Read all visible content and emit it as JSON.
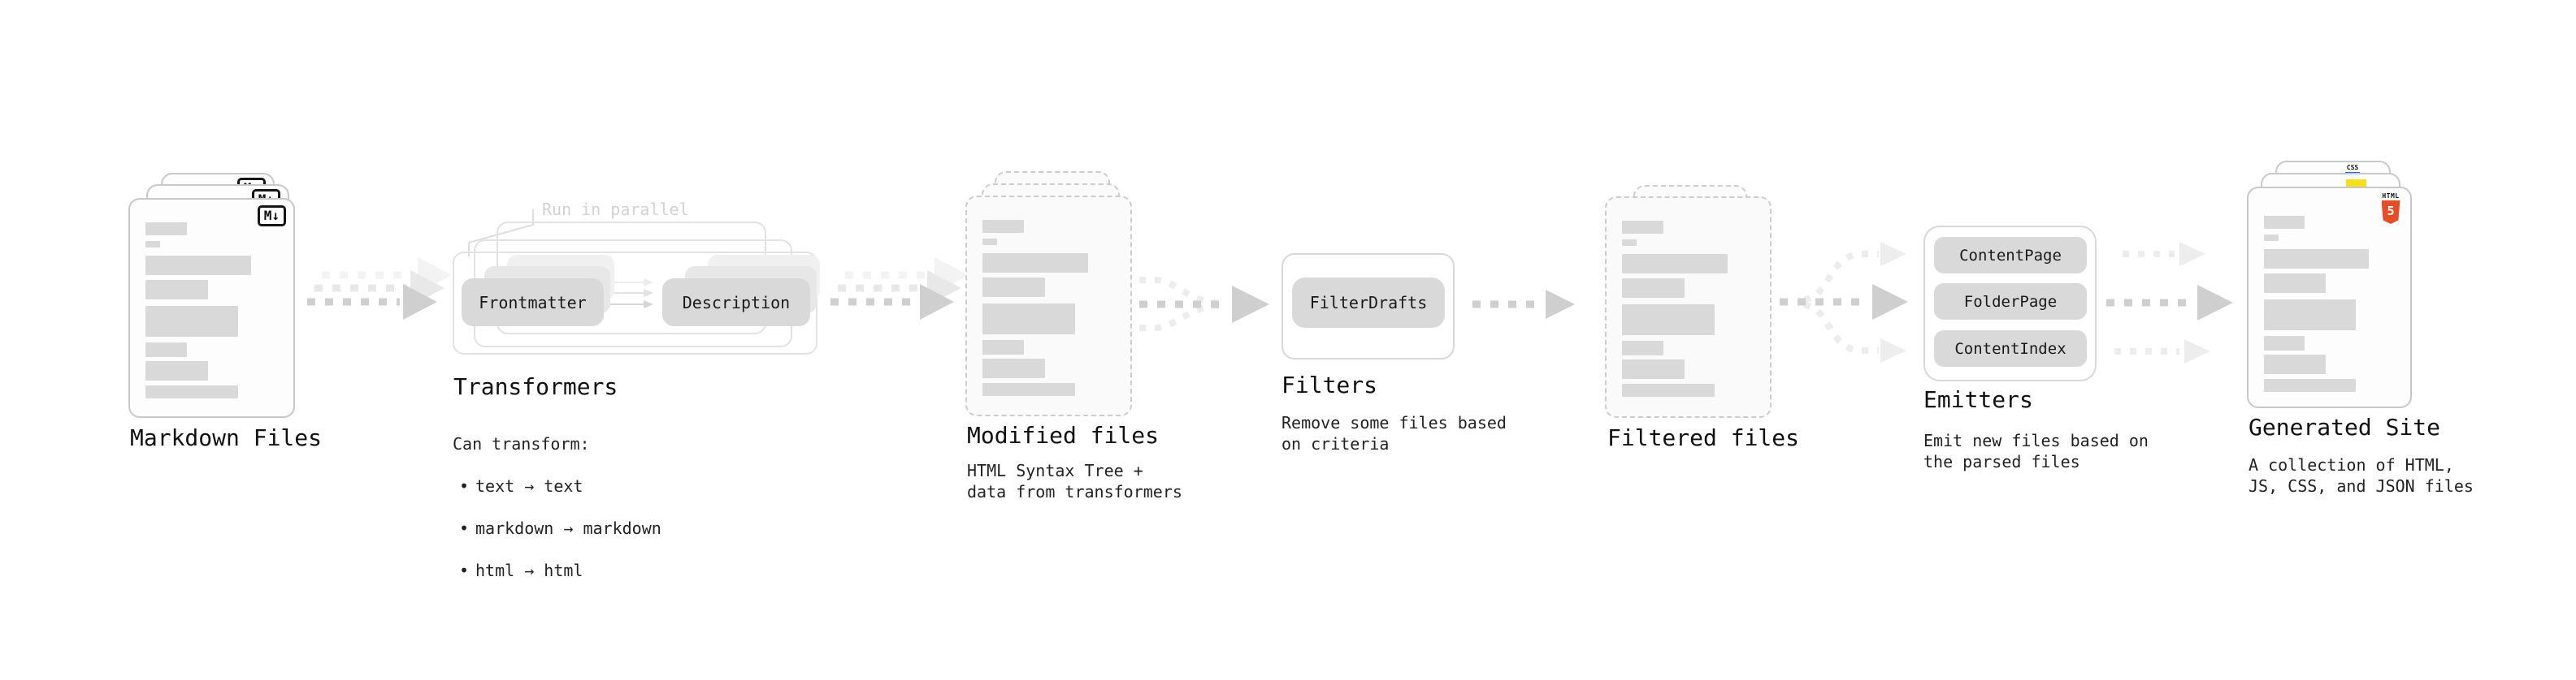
{
  "ui": {
    "bullet_char": "•"
  },
  "colors": {
    "card_border": "#c8c8c8",
    "dashed_card_border": "#cccccc",
    "pill_bg": "#d9d9d9",
    "bar_fill": "#d9d9d9",
    "arrow_main": "#cfcfcf",
    "arrow_ghost": "#e8e8e8",
    "annotation_gray": "#d2d2d2",
    "html5_orange": "#e44d26",
    "js_yellow": "#f7df1e",
    "css_blue": "#2962ff"
  },
  "sections": {
    "markdown_files": {
      "label": "Markdown Files",
      "badge": "M↓"
    },
    "transformers": {
      "label": "Transformers",
      "annotation": "Run in parallel",
      "pill_from": "Frontmatter",
      "pill_to": "Description",
      "desc_title": "Can transform:",
      "bullets": [
        "text → text",
        "markdown → markdown",
        "html → html"
      ]
    },
    "modified_files": {
      "label": "Modified files",
      "desc": "HTML Syntax Tree +\ndata from transformers"
    },
    "filters": {
      "label": "Filters",
      "pill": "FilterDrafts",
      "desc": "Remove some files based\non criteria"
    },
    "filtered_files": {
      "label": "Filtered files"
    },
    "emitters": {
      "label": "Emitters",
      "pills": [
        "ContentPage",
        "FolderPage",
        "ContentIndex"
      ],
      "desc": "Emit new files based on\nthe parsed files"
    },
    "generated_site": {
      "label": "Generated Site",
      "desc": "A collection of HTML,\nJS, CSS, and JSON files",
      "css_badge": "CSS",
      "html_badge_top": "HTML",
      "html_badge_num": "5"
    }
  }
}
